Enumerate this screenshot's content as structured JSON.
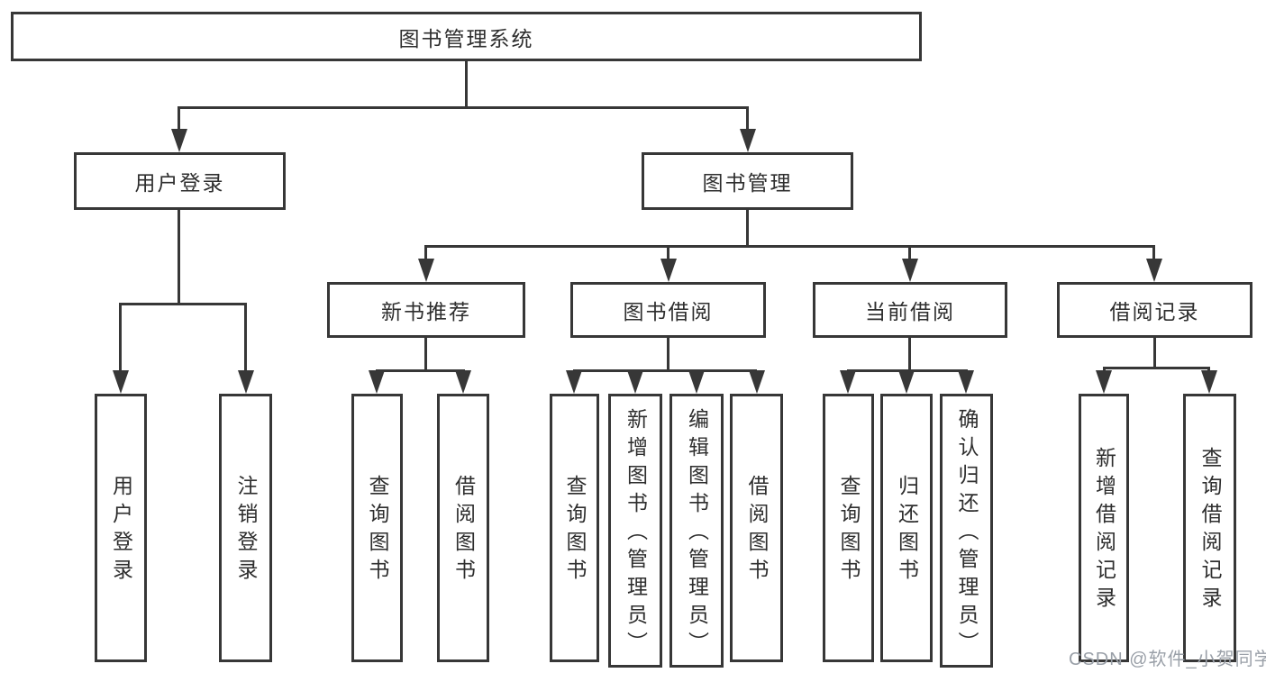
{
  "diagram": {
    "root": {
      "label": "图书管理系统"
    },
    "branches": [
      {
        "label": "用户登录",
        "children": [
          "用户登录",
          "注销登录"
        ]
      },
      {
        "label": "图书管理",
        "modules": [
          {
            "label": "新书推荐",
            "children": [
              "查询图书",
              "借阅图书"
            ]
          },
          {
            "label": "图书借阅",
            "children": [
              "查询图书",
              "新增图书（管理员）",
              "编辑图书（管理员）",
              "借阅图书"
            ]
          },
          {
            "label": "当前借阅",
            "children": [
              "查询图书",
              "归还图书",
              "确认归还（管理员）"
            ]
          },
          {
            "label": "借阅记录",
            "children": [
              "新增借阅记录",
              "查询借阅记录"
            ]
          }
        ]
      }
    ],
    "watermark": "CSDN @软件_小贺同学",
    "colors": {
      "line": "#373737",
      "box_border": "#373737",
      "text": "#2e2e2e",
      "watermark": "#9aa0a8",
      "background": "#ffffff"
    }
  }
}
